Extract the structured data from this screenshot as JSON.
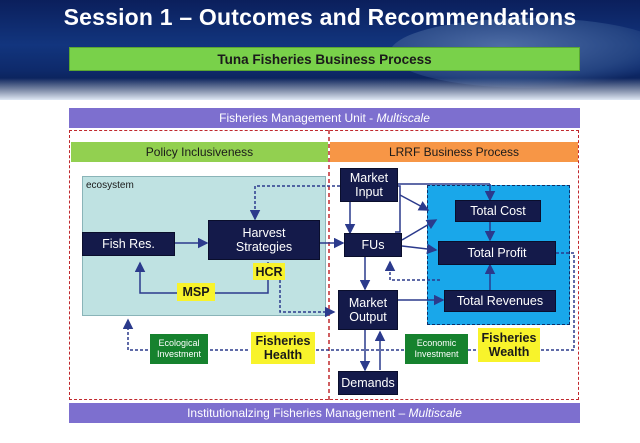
{
  "header": {
    "title": "Session 1 – Outcomes and Recommendations",
    "subtitle": "Tuna Fisheries Business Process"
  },
  "bands": {
    "top_plain": "Fisheries Management Unit - ",
    "top_italic": "Multiscale",
    "bottom_plain": "Institutionalzing Fisheries Management – ",
    "bottom_italic": "Multiscale"
  },
  "panels": {
    "policy": "Policy Inclusiveness",
    "lrrf": "LRRF Business Process",
    "ecosystem": "ecosystem"
  },
  "nodes": {
    "fish_res": "Fish Res.",
    "harvest_line1": "Harvest",
    "harvest_line2": "Strategies",
    "market_input_line1": "Market",
    "market_input_line2": "Input",
    "fus": "FUs",
    "market_output_line1": "Market",
    "market_output_line2": "Output",
    "demands": "Demands",
    "total_cost": "Total Cost",
    "total_profit": "Total Profit",
    "total_revenues": "Total Revenues"
  },
  "tags": {
    "hcr": "HCR",
    "msp": "MSP",
    "fisheries_health_line1": "Fisheries",
    "fisheries_health_line2": "Health",
    "fisheries_wealth_line1": "Fisheries",
    "fisheries_wealth_line2": "Wealth",
    "ecological_line1": "Ecological",
    "ecological_line2": "Investment",
    "economic_line1": "Economic",
    "economic_line2": "Investment"
  },
  "colors": {
    "banner_blue": "#12357e",
    "subtitle_green": "#79d14a",
    "band_purple": "#7d6fcf",
    "policy_green": "#92d050",
    "lrrf_orange": "#f79646",
    "ecosystem_teal": "#bfe2e2",
    "revenue_box_blue": "#19a7ea",
    "node_navy": "#141a4a",
    "tag_yellow": "#f8f32b",
    "investment_green": "#16822e",
    "dashed_red": "#c0282d",
    "arrow_navy": "#2b3a8c"
  }
}
